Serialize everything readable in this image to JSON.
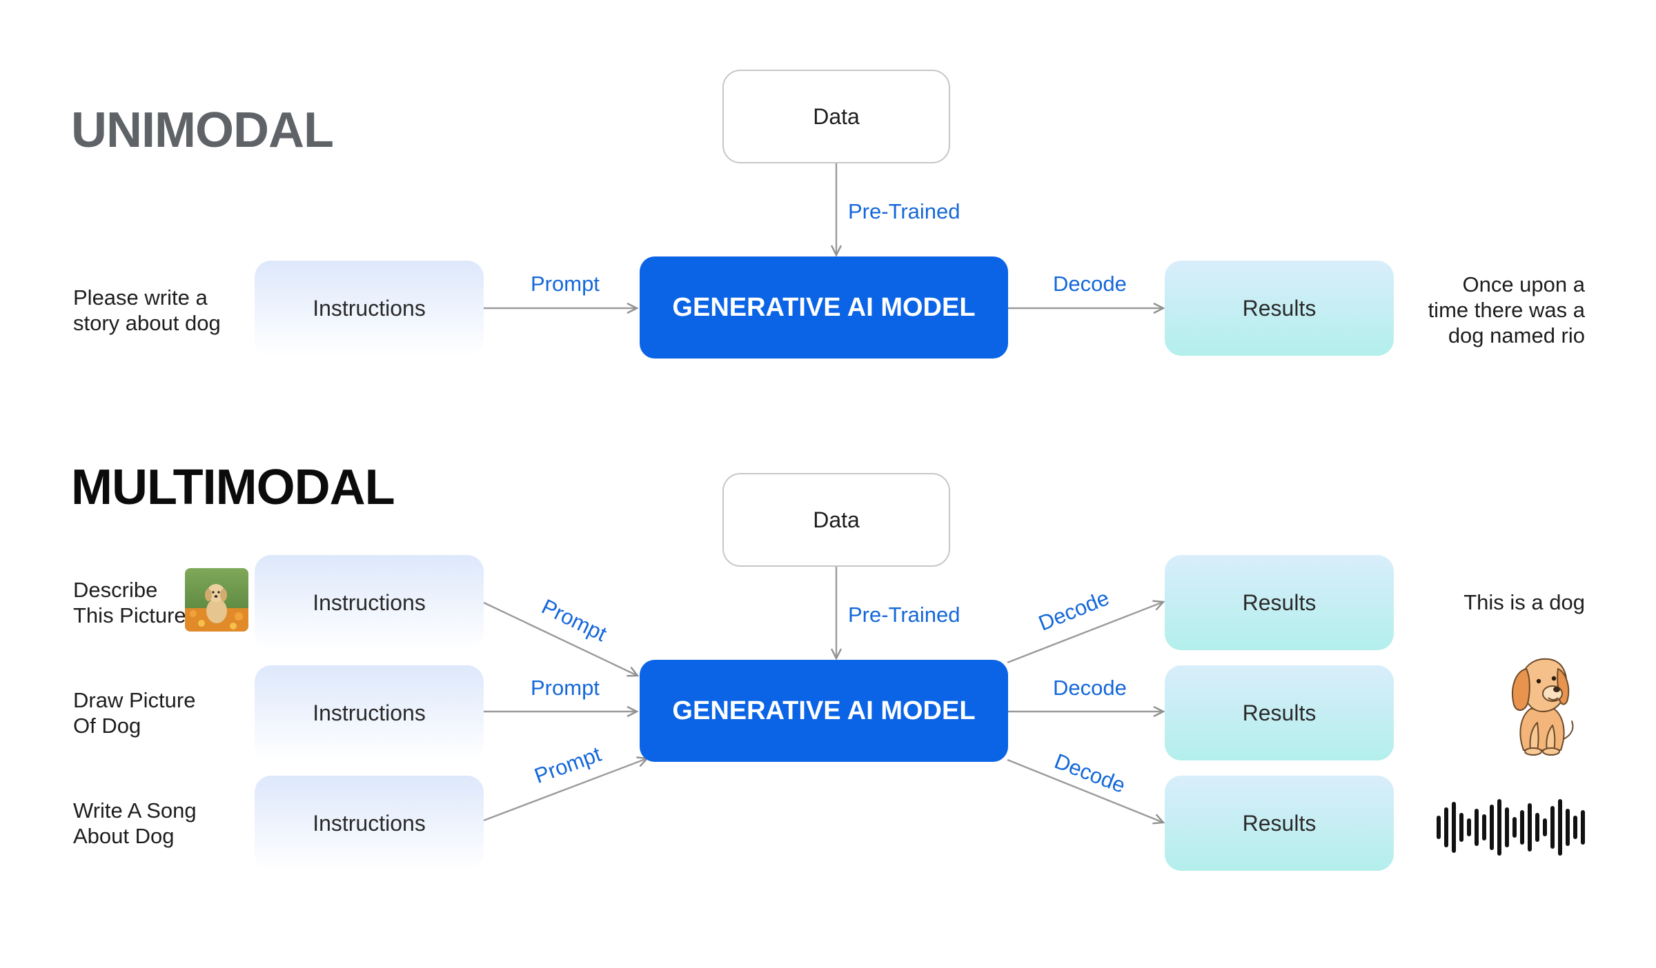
{
  "unimodal": {
    "title": "UNIMODAL",
    "data_label": "Data",
    "pretrained_label": "Pre-Trained",
    "input_text": [
      "Please write a",
      "story about dog"
    ],
    "instruction_label": "Instructions",
    "prompt_label": "Prompt",
    "model_label": "GENERATIVE AI MODEL",
    "decode_label": "Decode",
    "result_label": "Results",
    "output_text": [
      "Once upon a",
      "time there was a",
      "dog named rio"
    ]
  },
  "multimodal": {
    "title": "MULTIMODAL",
    "data_label": "Data",
    "pretrained_label": "Pre-Trained",
    "model_label": "GENERATIVE AI MODEL",
    "rows": [
      {
        "input_text": [
          "Describe",
          "This Picture"
        ],
        "instruction_label": "Instructions",
        "prompt_label": "Prompt",
        "decode_label": "Decode",
        "result_label": "Results",
        "output_text": "This is a dog",
        "input_icon": "dog-photo-icon"
      },
      {
        "input_text": [
          "Draw Picture",
          "Of Dog"
        ],
        "instruction_label": "Instructions",
        "prompt_label": "Prompt",
        "decode_label": "Decode",
        "result_label": "Results",
        "output_icon": "dog-illustration-icon"
      },
      {
        "input_text": [
          "Write A Song",
          "About Dog"
        ],
        "instruction_label": "Instructions",
        "prompt_label": "Prompt",
        "decode_label": "Decode",
        "result_label": "Results",
        "output_icon": "audio-waveform-icon"
      }
    ]
  },
  "colors": {
    "model_fill": "#0b64e6",
    "label_blue": "#1467d9",
    "arrow_gray": "#9a9a9a"
  }
}
